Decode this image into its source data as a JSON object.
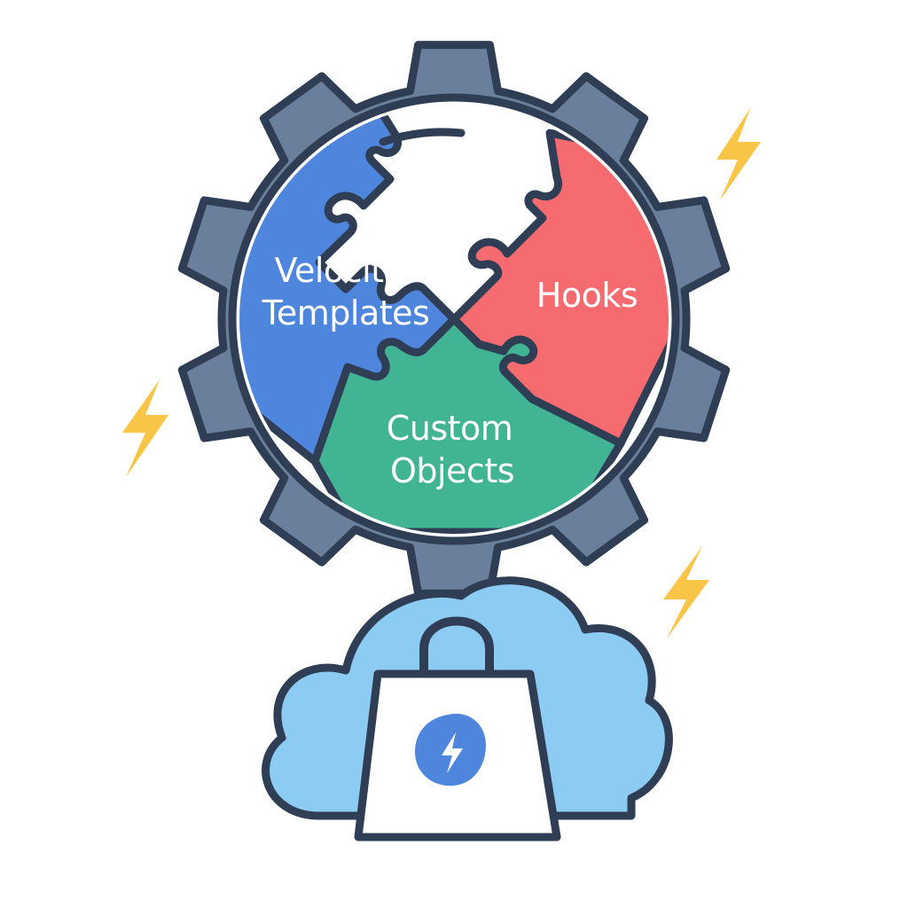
{
  "diagram": {
    "pieces": [
      {
        "id": "velocity-templates",
        "lines": [
          "Velocity",
          "Templates"
        ],
        "color": "#4f86dd"
      },
      {
        "id": "hooks",
        "lines": [
          "Hooks"
        ],
        "color": "#f56b6f"
      },
      {
        "id": "custom-objects",
        "lines": [
          "Custom",
          "Objects"
        ],
        "color": "#40b493"
      }
    ],
    "colors": {
      "gear": "#6a7f9c",
      "outline": "#2f3e55",
      "cloud": "#8ccbf2",
      "bag": "#ffffff",
      "bag_badge": "#4f86dd",
      "bolt": "#f8c547"
    },
    "icons": [
      "gear-icon",
      "puzzle-icon",
      "cloud-icon",
      "shopping-bag-icon",
      "lightning-bolt-icon"
    ]
  }
}
